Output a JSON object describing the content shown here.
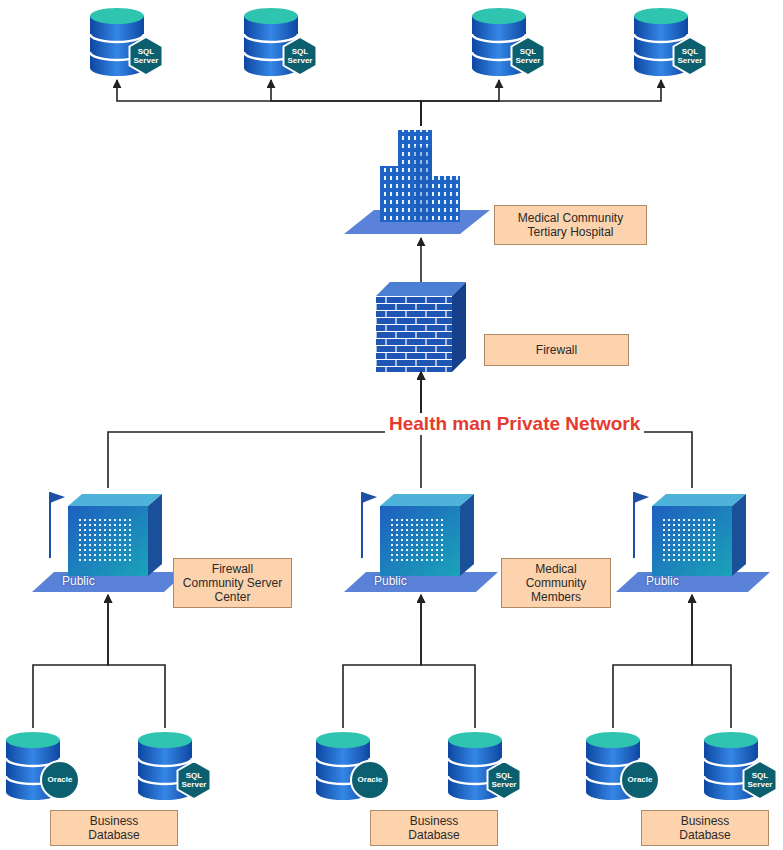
{
  "diagram": {
    "nodes": [
      {
        "text": [
          "SQL Server"
        ]
      },
      {
        "text": [
          "SQL Server"
        ]
      },
      {
        "text": [
          "SQL Server"
        ]
      },
      {
        "text": [
          "SQL Server"
        ]
      },
      {
        "text": [
          "Medical Community Tertiary Hospital"
        ]
      },
      {
        "text": [
          "Firewall"
        ]
      },
      {
        "text": [
          "Public",
          "Firewall Community Server Center"
        ]
      },
      {
        "text": [
          "Public",
          "Medical Community Members"
        ]
      },
      {
        "text": [
          "Public"
        ]
      },
      {
        "text": [
          "Oracle"
        ]
      },
      {
        "text": [
          "SQL Server"
        ]
      },
      {
        "text": [
          "Oracle"
        ]
      },
      {
        "text": [
          "SQL Server"
        ]
      },
      {
        "text": [
          "Oracle"
        ]
      },
      {
        "text": [
          "SQL Server"
        ]
      },
      {
        "text": [
          "Business Database"
        ]
      },
      {
        "text": [
          "Business Database"
        ]
      },
      {
        "text": [
          "Business Database"
        ]
      }
    ],
    "edges": [
      {
        "from": 4,
        "to": 0,
        "arrow": "to"
      },
      {
        "from": 4,
        "to": 1,
        "arrow": "to"
      },
      {
        "from": 4,
        "to": 2,
        "arrow": "to"
      },
      {
        "from": 4,
        "to": 3,
        "arrow": "to"
      },
      {
        "from": 5,
        "to": 4,
        "arrow": "to"
      },
      {
        "from": 6,
        "to": 5,
        "arrow": "to"
      },
      {
        "from": 7,
        "to": 5,
        "arrow": "to"
      },
      {
        "from": 8,
        "to": 5,
        "arrow": "to"
      },
      {
        "from": 9,
        "to": 6,
        "arrow": "to"
      },
      {
        "from": 10,
        "to": 6,
        "arrow": "to"
      },
      {
        "from": 11,
        "to": 7,
        "arrow": "to"
      },
      {
        "from": 12,
        "to": 7,
        "arrow": "to"
      },
      {
        "from": 13,
        "to": 8,
        "arrow": "to"
      },
      {
        "from": 14,
        "to": 8,
        "arrow": "to"
      }
    ],
    "labels": [
      "Health man Private Network"
    ]
  }
}
